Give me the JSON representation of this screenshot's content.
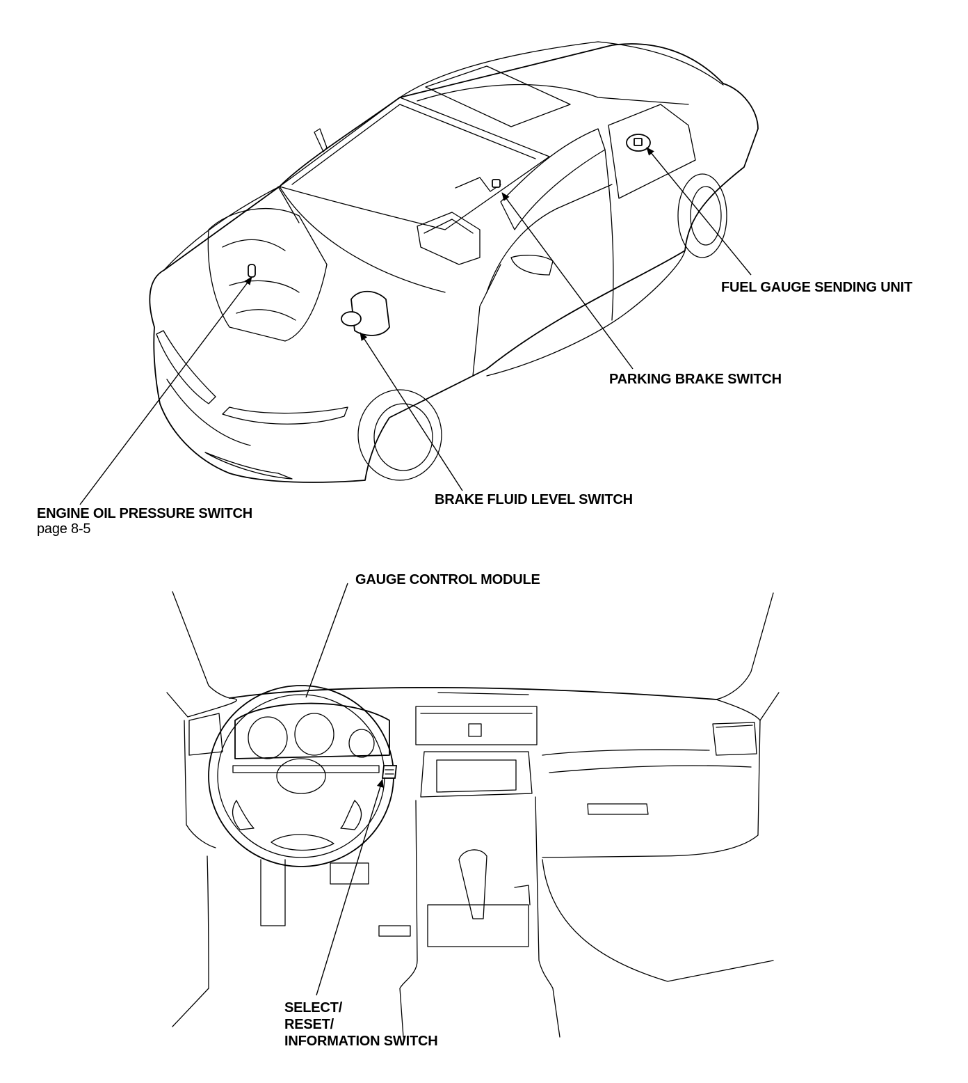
{
  "figure": {
    "top_view": "vehicle-exterior",
    "bottom_view": "dashboard-interior"
  },
  "labels": {
    "fuel_gauge_sending_unit": "FUEL GAUGE SENDING UNIT",
    "parking_brake_switch": "PARKING BRAKE SWITCH",
    "brake_fluid_level_switch": "BRAKE FLUID LEVEL SWITCH",
    "engine_oil_pressure_switch": "ENGINE OIL PRESSURE SWITCH",
    "engine_oil_pressure_ref": "page 8-5",
    "gauge_control_module": "GAUGE CONTROL MODULE",
    "select_reset_info_line1": "SELECT/",
    "select_reset_info_line2": "RESET/",
    "select_reset_info_line3": "INFORMATION SWITCH"
  },
  "colors": {
    "ink": "#000000",
    "paper": "#ffffff"
  }
}
